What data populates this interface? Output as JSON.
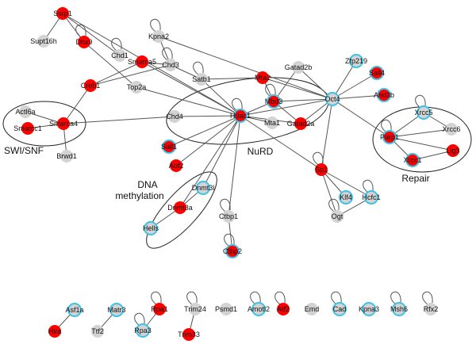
{
  "colors": {
    "red": "#ff0000",
    "gray": "#d3d3d3",
    "ring": "#3cc3e6",
    "edge": "#555555"
  },
  "groups": [
    {
      "id": "swisnf",
      "label": "SWI/SNF"
    },
    {
      "id": "nurd",
      "label": "NuRD"
    },
    {
      "id": "repair",
      "label": "Repair"
    },
    {
      "id": "dnameth",
      "label": "DNA\nmethylation"
    }
  ],
  "nodes": [
    {
      "id": "Ssrp1",
      "fill": "red",
      "ring": false,
      "loop": false
    },
    {
      "id": "Supt16h",
      "fill": "gray",
      "ring": false,
      "loop": false
    },
    {
      "id": "Dhx9",
      "fill": "red",
      "ring": false,
      "loop": true
    },
    {
      "id": "Chd1",
      "fill": "gray",
      "ring": false,
      "loop": true
    },
    {
      "id": "Smarca5",
      "fill": "red",
      "ring": false,
      "loop": false
    },
    {
      "id": "Kpna2",
      "fill": "gray",
      "ring": false,
      "loop": true
    },
    {
      "id": "Chd3",
      "fill": "gray",
      "ring": false,
      "loop": true
    },
    {
      "id": "Satb1",
      "fill": "gray",
      "ring": false,
      "loop": true
    },
    {
      "id": "Creb1",
      "fill": "red",
      "ring": false,
      "loop": false
    },
    {
      "id": "Top2a",
      "fill": "gray",
      "ring": false,
      "loop": false
    },
    {
      "id": "Gatad2b",
      "fill": "gray",
      "ring": false,
      "loop": false
    },
    {
      "id": "Mta2",
      "fill": "red",
      "ring": false,
      "loop": false
    },
    {
      "id": "Mbd3",
      "fill": "red",
      "ring": true,
      "loop": true
    },
    {
      "id": "Zfp219",
      "fill": "gray",
      "ring": true,
      "loop": false
    },
    {
      "id": "Sall4",
      "fill": "red",
      "ring": true,
      "loop": false
    },
    {
      "id": "Oct4",
      "fill": "gray",
      "ring": true,
      "loop": false
    },
    {
      "id": "Arid3b",
      "fill": "red",
      "ring": true,
      "loop": false
    },
    {
      "id": "Actl6a",
      "fill": "gray",
      "ring": false,
      "loop": false
    },
    {
      "id": "Smarcc1",
      "fill": "red",
      "ring": false,
      "loop": false
    },
    {
      "id": "Smarca4",
      "fill": "red",
      "ring": false,
      "loop": false
    },
    {
      "id": "Brwd1",
      "fill": "gray",
      "ring": false,
      "loop": false
    },
    {
      "id": "Chd4",
      "fill": "gray",
      "ring": false,
      "loop": false
    },
    {
      "id": "Hdac1",
      "fill": "red",
      "ring": true,
      "loop": true
    },
    {
      "id": "Mta1",
      "fill": "gray",
      "ring": false,
      "loop": false
    },
    {
      "id": "Gatad2a",
      "fill": "red",
      "ring": false,
      "loop": false
    },
    {
      "id": "Sall1",
      "fill": "red",
      "ring": true,
      "loop": false
    },
    {
      "id": "Aof2",
      "fill": "red",
      "ring": false,
      "loop": false
    },
    {
      "id": "Xrcc5",
      "fill": "gray",
      "ring": true,
      "loop": true
    },
    {
      "id": "Xrcc6",
      "fill": "gray",
      "ring": false,
      "loop": false
    },
    {
      "id": "Parp1",
      "fill": "red",
      "ring": true,
      "loop": true
    },
    {
      "id": "Lig3",
      "fill": "red",
      "ring": false,
      "loop": false
    },
    {
      "id": "Xrcc1",
      "fill": "red",
      "ring": true,
      "loop": false
    },
    {
      "id": "Sp1",
      "fill": "red",
      "ring": false,
      "loop": true
    },
    {
      "id": "Dnmt3l",
      "fill": "gray",
      "ring": true,
      "loop": false
    },
    {
      "id": "Dnmt3a",
      "fill": "red",
      "ring": false,
      "loop": false
    },
    {
      "id": "Hells",
      "fill": "gray",
      "ring": true,
      "loop": false
    },
    {
      "id": "Ctbp1",
      "fill": "gray",
      "ring": false,
      "loop": true
    },
    {
      "id": "Ctbp2",
      "fill": "red",
      "ring": true,
      "loop": true
    },
    {
      "id": "Klf4",
      "fill": "gray",
      "ring": true,
      "loop": false
    },
    {
      "id": "Hcfc1",
      "fill": "gray",
      "ring": true,
      "loop": true
    },
    {
      "id": "Ogt",
      "fill": "gray",
      "ring": false,
      "loop": true
    },
    {
      "id": "Asf1a",
      "fill": "gray",
      "ring": true,
      "loop": false
    },
    {
      "id": "Hira",
      "fill": "red",
      "ring": false,
      "loop": false
    },
    {
      "id": "Matr3",
      "fill": "gray",
      "ring": true,
      "loop": false
    },
    {
      "id": "Ttf2",
      "fill": "gray",
      "ring": false,
      "loop": false
    },
    {
      "id": "Rpa1",
      "fill": "red",
      "ring": false,
      "loop": true
    },
    {
      "id": "Rpa3",
      "fill": "gray",
      "ring": true,
      "loop": true
    },
    {
      "id": "Trim24",
      "fill": "gray",
      "ring": false,
      "loop": true
    },
    {
      "id": "Trim33",
      "fill": "red",
      "ring": false,
      "loop": false
    },
    {
      "id": "Psmd1",
      "fill": "gray",
      "ring": false,
      "loop": false
    },
    {
      "id": "Amotl2",
      "fill": "gray",
      "ring": true,
      "loop": true
    },
    {
      "id": "Atf2",
      "fill": "red",
      "ring": false,
      "loop": true
    },
    {
      "id": "Emd",
      "fill": "gray",
      "ring": false,
      "loop": false
    },
    {
      "id": "Cad",
      "fill": "gray",
      "ring": true,
      "loop": true
    },
    {
      "id": "Kpna3",
      "fill": "gray",
      "ring": true,
      "loop": false
    },
    {
      "id": "Msh6",
      "fill": "gray",
      "ring": true,
      "loop": true
    },
    {
      "id": "Rfx2",
      "fill": "gray",
      "ring": false,
      "loop": true
    }
  ],
  "edges": [
    [
      "Ssrp1",
      "Supt16h"
    ],
    [
      "Ssrp1",
      "Dhx9"
    ],
    [
      "Ssrp1",
      "Chd1"
    ],
    [
      "Ssrp1",
      "Hdac1"
    ],
    [
      "Dhx9",
      "Top2a"
    ],
    [
      "Smarca5",
      "Creb1"
    ],
    [
      "Smarca5",
      "Chd3"
    ],
    [
      "Smarca5",
      "Hdac1"
    ],
    [
      "Chd3",
      "Creb1"
    ],
    [
      "Chd3",
      "Kpna2"
    ],
    [
      "Chd3",
      "Satb1"
    ],
    [
      "Kpna2",
      "Oct4"
    ],
    [
      "Satb1",
      "Mta2"
    ],
    [
      "Satb1",
      "Hdac1"
    ],
    [
      "Top2a",
      "Hdac1"
    ],
    [
      "Creb1",
      "Smarca4"
    ],
    [
      "Smarca4",
      "Actl6a"
    ],
    [
      "Smarca4",
      "Smarcc1"
    ],
    [
      "Smarca4",
      "Brwd1"
    ],
    [
      "Smarca4",
      "Chd4"
    ],
    [
      "Chd4",
      "Hdac1"
    ],
    [
      "Mta2",
      "Oct4"
    ],
    [
      "Mta2",
      "Mbd3"
    ],
    [
      "Gatad2b",
      "Mbd3"
    ],
    [
      "Gatad2b",
      "Oct4"
    ],
    [
      "Mbd3",
      "Hdac1"
    ],
    [
      "Mbd3",
      "Oct4"
    ],
    [
      "Mbd3",
      "Gatad2a"
    ],
    [
      "Hdac1",
      "Mta1"
    ],
    [
      "Hdac1",
      "Oct4"
    ],
    [
      "Hdac1",
      "Gatad2a"
    ],
    [
      "Hdac1",
      "Sall1"
    ],
    [
      "Hdac1",
      "Aof2"
    ],
    [
      "Hdac1",
      "Sp1"
    ],
    [
      "Hdac1",
      "Dnmt3l"
    ],
    [
      "Hdac1",
      "Dnmt3a"
    ],
    [
      "Hdac1",
      "Ctbp1"
    ],
    [
      "Gatad2a",
      "Oct4"
    ],
    [
      "Oct4",
      "Zfp219"
    ],
    [
      "Oct4",
      "Sall4"
    ],
    [
      "Oct4",
      "Arid3b"
    ],
    [
      "Oct4",
      "Parp1"
    ],
    [
      "Oct4",
      "Sp1"
    ],
    [
      "Parp1",
      "Xrcc5"
    ],
    [
      "Parp1",
      "Xrcc6"
    ],
    [
      "Parp1",
      "Lig3"
    ],
    [
      "Parp1",
      "Xrcc1"
    ],
    [
      "Xrcc5",
      "Xrcc6"
    ],
    [
      "Xrcc1",
      "Lig3"
    ],
    [
      "Sp1",
      "Klf4"
    ],
    [
      "Sp1",
      "Hcfc1"
    ],
    [
      "Sp1",
      "Ogt"
    ],
    [
      "Hcfc1",
      "Ogt"
    ],
    [
      "Dnmt3a",
      "Dnmt3l"
    ],
    [
      "Dnmt3a",
      "Hells"
    ],
    [
      "Ctbp1",
      "Ctbp2"
    ],
    [
      "Asf1a",
      "Hira"
    ],
    [
      "Matr3",
      "Ttf2"
    ],
    [
      "Rpa1",
      "Rpa3"
    ],
    [
      "Trim24",
      "Trim33"
    ]
  ]
}
